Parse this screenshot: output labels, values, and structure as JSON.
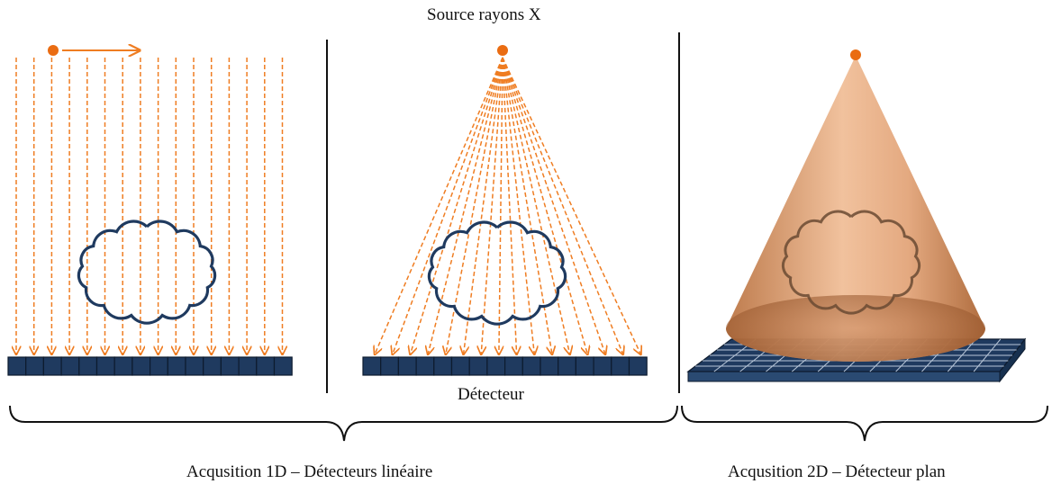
{
  "labels": {
    "source": "Source rayons X",
    "detector": "Détecteur",
    "acquisition_1d": "Acqusition 1D – Détecteurs linéaire",
    "acquisition_2d": "Acqusition 2D – Détecteur plan"
  },
  "colors": {
    "ray": "#ef7d22",
    "source": "#ea6c12",
    "detector_fill": "#1f3a5f",
    "detector_stroke": "#0d1b2e",
    "object_outline": "#1f3a5f",
    "divider": "#111111",
    "brace": "#111111",
    "cone_light": "#f0bd96",
    "cone_dark": "#b9713f"
  },
  "icons": {
    "source": "x-ray-source-dot-icon",
    "scan_direction": "right-arrow-icon",
    "object": "cloud-object-icon"
  },
  "panels": {
    "parallel_beam": {
      "ray_count": 16,
      "detector_cells": 16
    },
    "fan_beam": {
      "ray_count": 16,
      "detector_cells": 16
    },
    "cone_beam": {
      "grid_rows": 6,
      "grid_cols": 12
    }
  }
}
